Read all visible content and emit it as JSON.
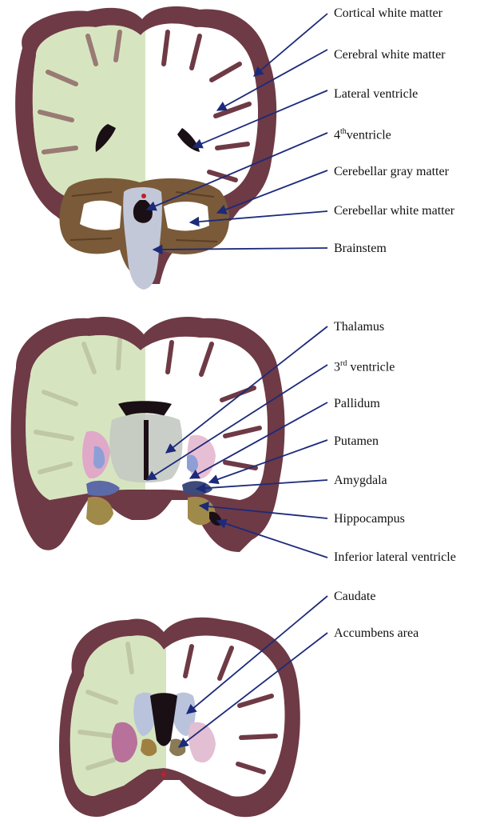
{
  "colors": {
    "cortex": "#6e3a45",
    "white_matter": "#ffffff",
    "wm_overlay": "#cfe0b5",
    "ventricle": "#1a0f14",
    "cerebellar_gray": "#7a5a38",
    "brainstem": "#c2c8d8",
    "deep_gm_pink": "#e7bfd4",
    "deep_gm_blue": "#8e9fd6",
    "hippocampus": "#a08a4a",
    "caudate": "#b9c3dc",
    "accumbens": "#a08040",
    "arrow": "#1c2a7a"
  },
  "panels": [
    {
      "name": "top-section",
      "labels": [
        {
          "name": "label-cortical-white-matter",
          "text": "Cortical white matter"
        },
        {
          "name": "label-cerebral-white-matter",
          "text": "Cerebral white matter"
        },
        {
          "name": "label-lateral-ventricle",
          "text": "Lateral ventricle"
        },
        {
          "name": "label-4th-ventricle",
          "prefix": "4",
          "sup": "th",
          "text": "ventricle"
        },
        {
          "name": "label-cerebellar-gray-matter",
          "text": "Cerebellar gray matter"
        },
        {
          "name": "label-cerebellar-white-matter",
          "text": "Cerebellar white matter"
        },
        {
          "name": "label-brainstem",
          "text": "Brainstem"
        }
      ]
    },
    {
      "name": "middle-section",
      "labels": [
        {
          "name": "label-thalamus",
          "text": "Thalamus"
        },
        {
          "name": "label-3rd-ventricle",
          "prefix": "3",
          "sup": "rd",
          "text": " ventricle"
        },
        {
          "name": "label-pallidum",
          "text": "Pallidum"
        },
        {
          "name": "label-putamen",
          "text": "Putamen"
        },
        {
          "name": "label-amygdala",
          "text": "Amygdala"
        },
        {
          "name": "label-hippocampus",
          "text": "Hippocampus"
        },
        {
          "name": "label-inferior-lateral-ventricle",
          "text": "Inferior lateral ventricle"
        }
      ]
    },
    {
      "name": "bottom-section",
      "labels": [
        {
          "name": "label-caudate",
          "text": "Caudate"
        },
        {
          "name": "label-accumbens-area",
          "text": "Accumbens area"
        }
      ]
    }
  ]
}
